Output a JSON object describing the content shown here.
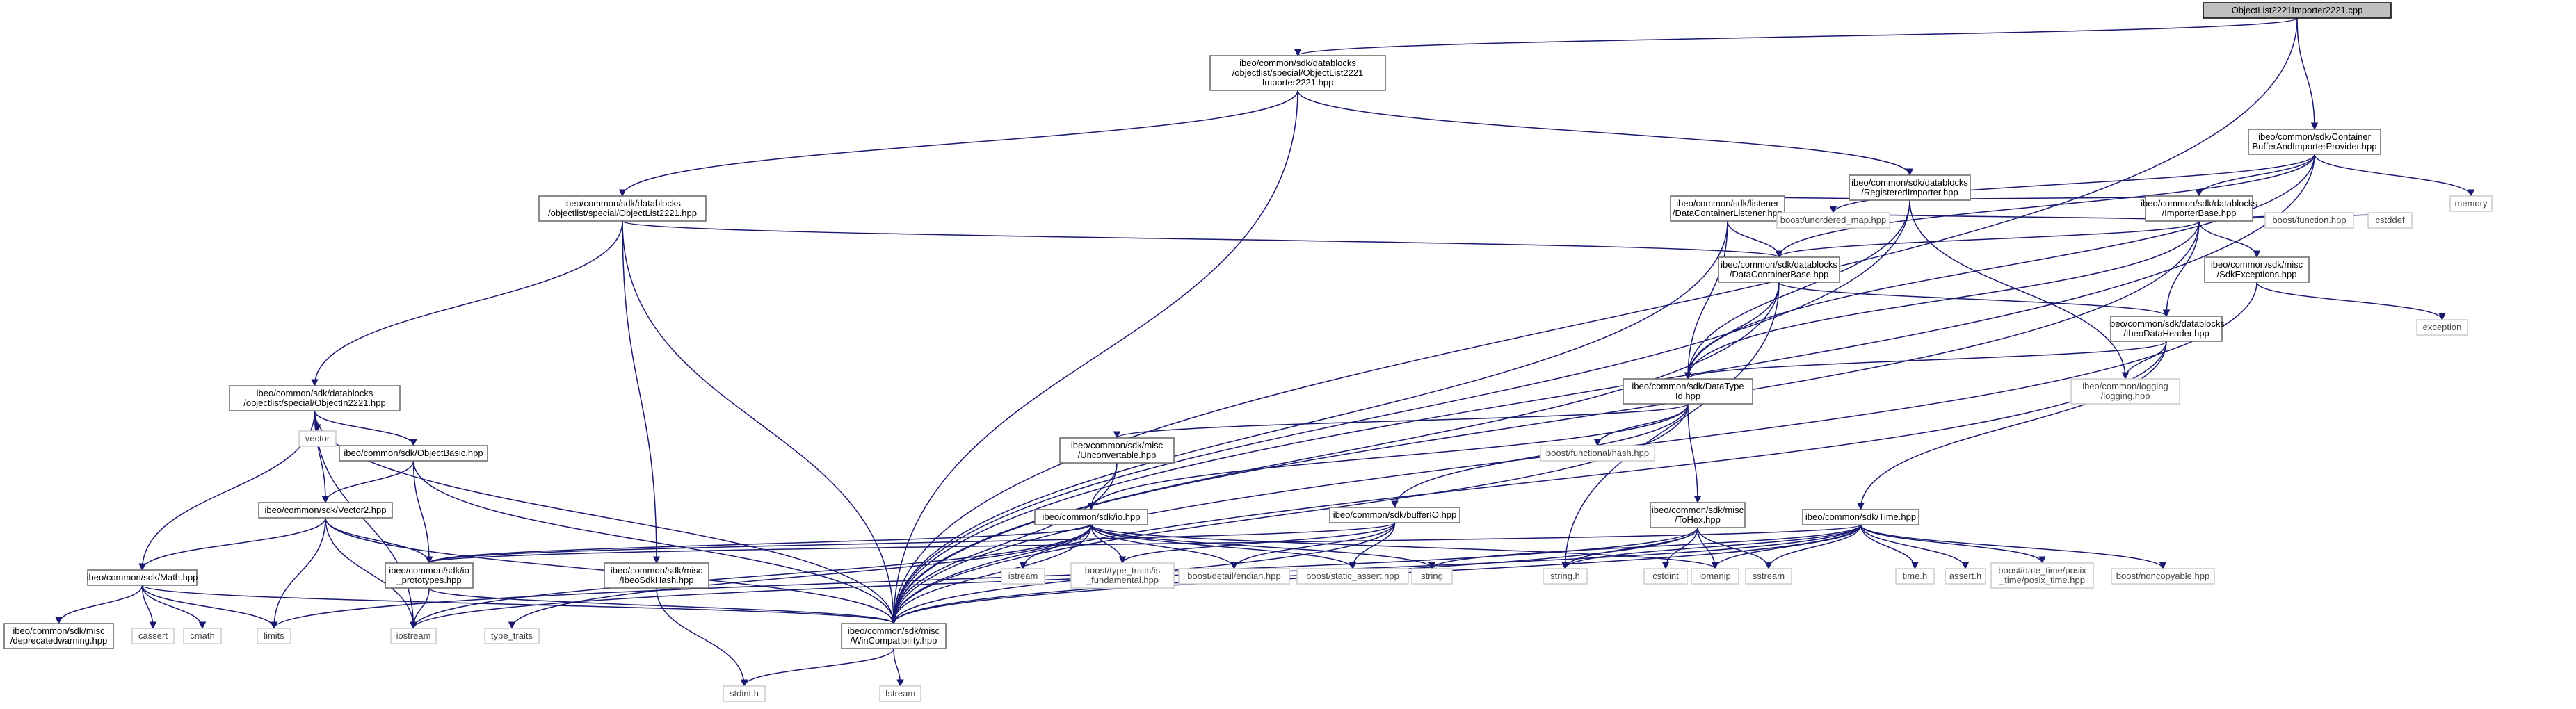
{
  "colors": {
    "edge": "#191970",
    "node_border": "#666666",
    "node_border_sys": "#cccccc",
    "main_node_fill": "#bfbfbf"
  },
  "nodes": [
    {
      "id": "main",
      "lines": [
        "ObjectList2221Importer2221.cpp"
      ],
      "kind": "main"
    },
    {
      "id": "imp2221hpp",
      "lines": [
        "ibeo/common/sdk/datablocks",
        "/objectlist/special/ObjectList2221",
        "Importer2221.hpp"
      ],
      "kind": "hdr"
    },
    {
      "id": "cbip",
      "lines": [
        "ibeo/common/sdk/Container",
        "BufferAndImporterProvider.hpp"
      ],
      "kind": "hdr"
    },
    {
      "id": "regimp",
      "lines": [
        "ibeo/common/sdk/datablocks",
        "/RegisteredImporter.hpp"
      ],
      "kind": "hdr"
    },
    {
      "id": "ol2221",
      "lines": [
        "ibeo/common/sdk/datablocks",
        "/objectlist/special/ObjectList2221.hpp"
      ],
      "kind": "hdr"
    },
    {
      "id": "dcl",
      "lines": [
        "ibeo/common/sdk/listener",
        "/DataContainerListener.hpp"
      ],
      "kind": "hdr"
    },
    {
      "id": "impbase",
      "lines": [
        "ibeo/common/sdk/datablocks",
        "/ImporterBase.hpp"
      ],
      "kind": "hdr"
    },
    {
      "id": "memory",
      "lines": [
        "memory"
      ],
      "kind": "sys"
    },
    {
      "id": "unordered",
      "lines": [
        "boost/unordered_map.hpp"
      ],
      "kind": "sys"
    },
    {
      "id": "dcb",
      "lines": [
        "ibeo/common/sdk/datablocks",
        "/DataContainerBase.hpp"
      ],
      "kind": "hdr"
    },
    {
      "id": "sdkexc",
      "lines": [
        "ibeo/common/sdk/misc",
        "/SdkExceptions.hpp"
      ],
      "kind": "hdr"
    },
    {
      "id": "boostfunc",
      "lines": [
        "boost/function.hpp"
      ],
      "kind": "sys"
    },
    {
      "id": "cstddef",
      "lines": [
        "cstddef"
      ],
      "kind": "sys"
    },
    {
      "id": "exception",
      "lines": [
        "exception"
      ],
      "kind": "sys"
    },
    {
      "id": "ibeodh",
      "lines": [
        "ibeo/common/sdk/datablocks",
        "/IbeoDataHeader.hpp"
      ],
      "kind": "hdr"
    },
    {
      "id": "obj2221",
      "lines": [
        "ibeo/common/sdk/datablocks",
        "/objectlist/special/ObjectIn2221.hpp"
      ],
      "kind": "hdr"
    },
    {
      "id": "datatype",
      "lines": [
        "ibeo/common/sdk/DataType",
        "Id.hpp"
      ],
      "kind": "hdr"
    },
    {
      "id": "logging",
      "lines": [
        "ibeo/common/logging",
        "/logging.hpp"
      ],
      "kind": "sys"
    },
    {
      "id": "vector",
      "lines": [
        "vector"
      ],
      "kind": "sys"
    },
    {
      "id": "objbasic",
      "lines": [
        "ibeo/common/sdk/ObjectBasic.hpp"
      ],
      "kind": "hdr"
    },
    {
      "id": "unconv",
      "lines": [
        "ibeo/common/sdk/misc",
        "/Unconvertable.hpp"
      ],
      "kind": "hdr"
    },
    {
      "id": "funchash",
      "lines": [
        "boost/functional/hash.hpp"
      ],
      "kind": "sys"
    },
    {
      "id": "vector2",
      "lines": [
        "ibeo/common/sdk/Vector2.hpp"
      ],
      "kind": "hdr"
    },
    {
      "id": "io",
      "lines": [
        "ibeo/common/sdk/io.hpp"
      ],
      "kind": "hdr"
    },
    {
      "id": "bufferio",
      "lines": [
        "ibeo/common/sdk/bufferIO.hpp"
      ],
      "kind": "hdr"
    },
    {
      "id": "tohex",
      "lines": [
        "ibeo/common/sdk/misc",
        "/ToHex.hpp"
      ],
      "kind": "hdr"
    },
    {
      "id": "time",
      "lines": [
        "ibeo/common/sdk/Time.hpp"
      ],
      "kind": "hdr"
    },
    {
      "id": "math",
      "lines": [
        "ibeo/common/sdk/Math.hpp"
      ],
      "kind": "hdr"
    },
    {
      "id": "ioproto",
      "lines": [
        "ibeo/common/sdk/io",
        "_prototypes.hpp"
      ],
      "kind": "hdr"
    },
    {
      "id": "sdkhash",
      "lines": [
        "ibeo/common/sdk/misc",
        "/IbeoSdkHash.hpp"
      ],
      "kind": "hdr"
    },
    {
      "id": "istream",
      "lines": [
        "istream"
      ],
      "kind": "sys"
    },
    {
      "id": "typetraitsfund",
      "lines": [
        "boost/type_traits/is",
        "_fundamental.hpp"
      ],
      "kind": "sys"
    },
    {
      "id": "endian",
      "lines": [
        "boost/detail/endian.hpp"
      ],
      "kind": "sys"
    },
    {
      "id": "staticassert",
      "lines": [
        "boost/static_assert.hpp"
      ],
      "kind": "sys"
    },
    {
      "id": "string",
      "lines": [
        "string"
      ],
      "kind": "sys"
    },
    {
      "id": "stringh",
      "lines": [
        "string.h"
      ],
      "kind": "sys"
    },
    {
      "id": "cstdint",
      "lines": [
        "cstdint"
      ],
      "kind": "sys"
    },
    {
      "id": "iomanip",
      "lines": [
        "iomanip"
      ],
      "kind": "sys"
    },
    {
      "id": "sstream",
      "lines": [
        "sstream"
      ],
      "kind": "sys"
    },
    {
      "id": "timeh",
      "lines": [
        "time.h"
      ],
      "kind": "sys"
    },
    {
      "id": "asserth",
      "lines": [
        "assert.h"
      ],
      "kind": "sys"
    },
    {
      "id": "posix",
      "lines": [
        "boost/date_time/posix",
        "_time/posix_time.hpp"
      ],
      "kind": "sys"
    },
    {
      "id": "noncopy",
      "lines": [
        "boost/noncopyable.hpp"
      ],
      "kind": "sys"
    },
    {
      "id": "deprecated",
      "lines": [
        "ibeo/common/sdk/misc",
        "/deprecatedwarning.hpp"
      ],
      "kind": "hdr"
    },
    {
      "id": "cassert",
      "lines": [
        "cassert"
      ],
      "kind": "sys"
    },
    {
      "id": "cmath",
      "lines": [
        "cmath"
      ],
      "kind": "sys"
    },
    {
      "id": "limits",
      "lines": [
        "limits"
      ],
      "kind": "sys"
    },
    {
      "id": "iostream",
      "lines": [
        "iostream"
      ],
      "kind": "sys"
    },
    {
      "id": "typetraits",
      "lines": [
        "type_traits"
      ],
      "kind": "sys"
    },
    {
      "id": "wincompat",
      "lines": [
        "ibeo/common/sdk/misc",
        "/WinCompatibility.hpp"
      ],
      "kind": "hdr"
    },
    {
      "id": "stdinth",
      "lines": [
        "stdint.h"
      ],
      "kind": "sys"
    },
    {
      "id": "fstream",
      "lines": [
        "fstream"
      ],
      "kind": "sys"
    }
  ],
  "edges": [
    [
      "main",
      "imp2221hpp"
    ],
    [
      "main",
      "cbip"
    ],
    [
      "main",
      "wincompat"
    ],
    [
      "imp2221hpp",
      "regimp"
    ],
    [
      "imp2221hpp",
      "ol2221"
    ],
    [
      "imp2221hpp",
      "wincompat"
    ],
    [
      "cbip",
      "impbase"
    ],
    [
      "cbip",
      "memory"
    ],
    [
      "cbip",
      "dcb"
    ],
    [
      "cbip",
      "unordered"
    ],
    [
      "cbip",
      "datatype"
    ],
    [
      "cbip",
      "wincompat"
    ],
    [
      "regimp",
      "dcl"
    ],
    [
      "regimp",
      "impbase"
    ],
    [
      "regimp",
      "datatype"
    ],
    [
      "regimp",
      "logging"
    ],
    [
      "regimp",
      "wincompat"
    ],
    [
      "ol2221",
      "obj2221"
    ],
    [
      "ol2221",
      "dcb"
    ],
    [
      "ol2221",
      "sdkhash"
    ],
    [
      "ol2221",
      "wincompat"
    ],
    [
      "dcl",
      "dcb"
    ],
    [
      "dcl",
      "unordered"
    ],
    [
      "dcl",
      "datatype"
    ],
    [
      "dcl",
      "wincompat"
    ],
    [
      "impbase",
      "dcb"
    ],
    [
      "impbase",
      "sdkexc"
    ],
    [
      "impbase",
      "boostfunc"
    ],
    [
      "impbase",
      "cstddef"
    ],
    [
      "impbase",
      "ibeodh"
    ],
    [
      "impbase",
      "unordered"
    ],
    [
      "impbase",
      "datatype"
    ],
    [
      "impbase",
      "wincompat"
    ],
    [
      "dcb",
      "ibeodh"
    ],
    [
      "dcb",
      "datatype"
    ],
    [
      "dcb",
      "stringh"
    ],
    [
      "dcb",
      "wincompat"
    ],
    [
      "sdkexc",
      "exception"
    ],
    [
      "sdkexc",
      "wincompat"
    ],
    [
      "ibeodh",
      "datatype"
    ],
    [
      "ibeodh",
      "logging"
    ],
    [
      "ibeodh",
      "time"
    ],
    [
      "ibeodh",
      "wincompat"
    ],
    [
      "obj2221",
      "vector"
    ],
    [
      "obj2221",
      "objbasic"
    ],
    [
      "obj2221",
      "vector2"
    ],
    [
      "obj2221",
      "math"
    ],
    [
      "obj2221",
      "iostream"
    ],
    [
      "obj2221",
      "wincompat"
    ],
    [
      "datatype",
      "unconv"
    ],
    [
      "datatype",
      "funchash"
    ],
    [
      "datatype",
      "io"
    ],
    [
      "datatype",
      "bufferio"
    ],
    [
      "datatype",
      "tohex"
    ],
    [
      "datatype",
      "wincompat"
    ],
    [
      "objbasic",
      "vector2"
    ],
    [
      "objbasic",
      "ioproto"
    ],
    [
      "objbasic",
      "wincompat"
    ],
    [
      "unconv",
      "io"
    ],
    [
      "unconv",
      "wincompat"
    ],
    [
      "vector2",
      "math"
    ],
    [
      "vector2",
      "ioproto"
    ],
    [
      "vector2",
      "limits"
    ],
    [
      "vector2",
      "iostream"
    ],
    [
      "vector2",
      "wincompat"
    ],
    [
      "io",
      "ioproto"
    ],
    [
      "io",
      "istream"
    ],
    [
      "io",
      "typetraitsfund"
    ],
    [
      "io",
      "endian"
    ],
    [
      "io",
      "staticassert"
    ],
    [
      "io",
      "string"
    ],
    [
      "io",
      "iomanip"
    ],
    [
      "io",
      "iostream"
    ],
    [
      "io",
      "typetraits"
    ],
    [
      "io",
      "wincompat"
    ],
    [
      "bufferio",
      "ioproto"
    ],
    [
      "bufferio",
      "typetraitsfund"
    ],
    [
      "bufferio",
      "endian"
    ],
    [
      "bufferio",
      "staticassert"
    ],
    [
      "bufferio",
      "wincompat"
    ],
    [
      "tohex",
      "stringh"
    ],
    [
      "tohex",
      "cstdint"
    ],
    [
      "tohex",
      "iomanip"
    ],
    [
      "tohex",
      "sstream"
    ],
    [
      "tohex",
      "limits"
    ],
    [
      "tohex",
      "wincompat"
    ],
    [
      "time",
      "ioproto"
    ],
    [
      "time",
      "string"
    ],
    [
      "time",
      "stringh"
    ],
    [
      "time",
      "iomanip"
    ],
    [
      "time",
      "sstream"
    ],
    [
      "time",
      "timeh"
    ],
    [
      "time",
      "asserth"
    ],
    [
      "time",
      "posix"
    ],
    [
      "time",
      "noncopy"
    ],
    [
      "time",
      "iostream"
    ],
    [
      "time",
      "wincompat"
    ],
    [
      "math",
      "deprecated"
    ],
    [
      "math",
      "cassert"
    ],
    [
      "math",
      "cmath"
    ],
    [
      "math",
      "limits"
    ],
    [
      "math",
      "wincompat"
    ],
    [
      "ioproto",
      "iostream"
    ],
    [
      "ioproto",
      "wincompat"
    ],
    [
      "sdkhash",
      "stdinth"
    ],
    [
      "wincompat",
      "stdinth"
    ],
    [
      "wincompat",
      "fstream"
    ]
  ]
}
